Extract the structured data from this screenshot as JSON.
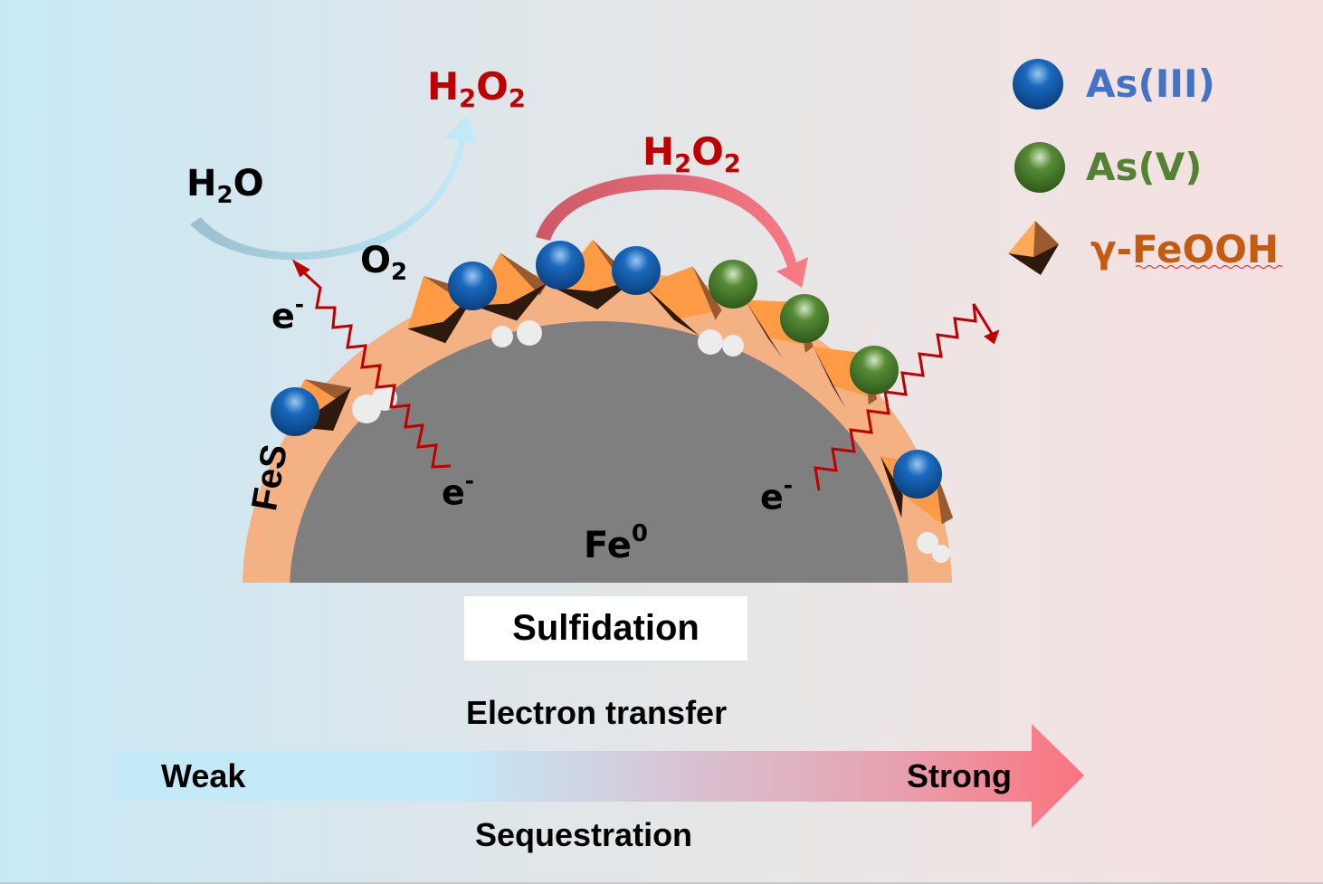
{
  "diagram": {
    "title": "Sulfidation",
    "core_label": {
      "base": "Fe",
      "sup": "0"
    },
    "shell_label": "FeS",
    "top_left_reaction": {
      "reactant": {
        "base": "H",
        "sub": "2",
        "tail": "O"
      },
      "oxidant": {
        "base": "O",
        "sub": "2"
      },
      "product": {
        "p1": "H",
        "s1": "2",
        "p2": "O",
        "s2": "2"
      }
    },
    "surface_oxidation": {
      "p1": "H",
      "s1": "2",
      "p2": "O",
      "s2": "2"
    },
    "electron_labels": [
      {
        "base": "e",
        "sup": "-"
      },
      {
        "base": "e",
        "sup": "-"
      },
      {
        "base": "e",
        "sup": "-"
      }
    ],
    "legend": {
      "items": [
        {
          "label": "As(III)",
          "color": "#4472c4",
          "symbol": "blue-sphere"
        },
        {
          "label": "As(V)",
          "color": "#548235",
          "symbol": "green-sphere"
        },
        {
          "label": "γ-FeOOH",
          "color": "#c55a11",
          "symbol": "orange-octahedron"
        }
      ]
    },
    "gradient_scale": {
      "top_label": "Electron transfer",
      "bottom_label": "Sequestration",
      "left_label": "Weak",
      "right_label": "Strong",
      "start_color": "#c4eaf8",
      "end_color": "#fb737e"
    },
    "colors": {
      "core": "#7f7f7f",
      "shell": "#f4b183",
      "arsenite": "#0b5fad",
      "arsenate": "#4a7a2e",
      "feooh_light": "#ff9b45",
      "feooh_mid": "#9a5a30",
      "feooh_dark": "#2e1a0c",
      "electron_path": "#c00000",
      "h2o2_text": "#c00000",
      "h2o2_arrow": "#f27580"
    }
  }
}
